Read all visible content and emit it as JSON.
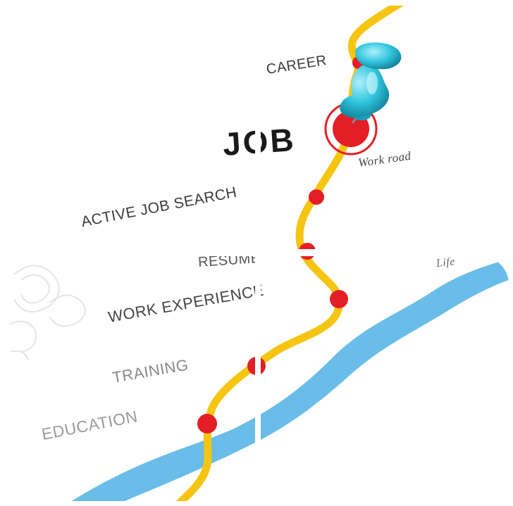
{
  "map": {
    "labels": {
      "career": "CAREER",
      "job": "JOB",
      "work_road": "Work road",
      "active_job_search": "ACTIVE JOB SEARCH",
      "resume": "RESUME",
      "life": "Life",
      "work_experience": "WORK EXPERIENCE",
      "training": "TRAINING",
      "education": "EDUCATION"
    }
  },
  "colors": {
    "road": "#f6c512",
    "river": "#4fb2e4",
    "stop": "#e41e26",
    "pin": "#2fc4dc",
    "text": "#3a3a3a",
    "background": "#ffffff"
  }
}
